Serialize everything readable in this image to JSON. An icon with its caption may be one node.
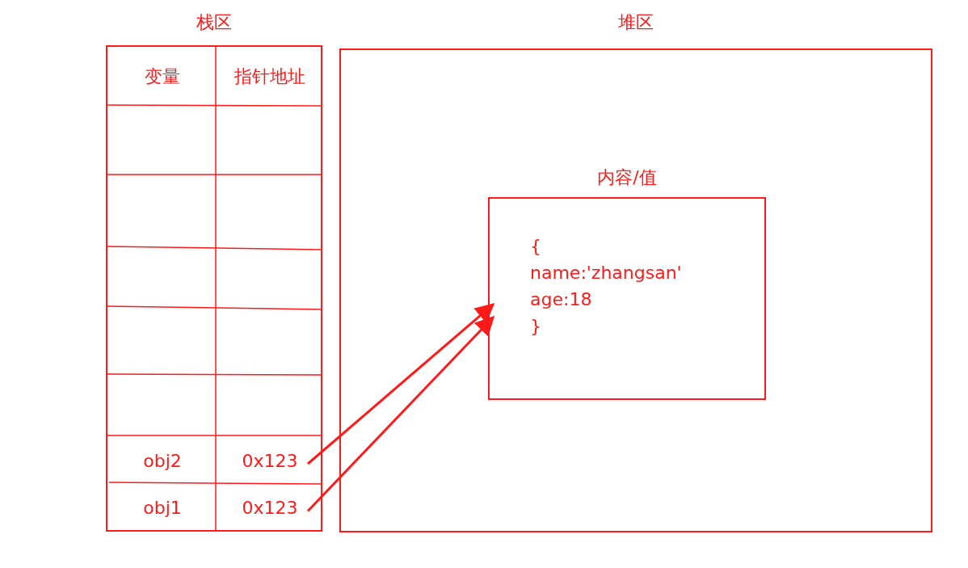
{
  "diagram": {
    "nodes": [
      {
        "text": [
          "栈区"
        ]
      },
      {
        "text": [
          "变量"
        ],
        "in": 0
      },
      {
        "text": [
          "指针地址"
        ],
        "in": 0
      },
      {
        "text": [
          "obj2"
        ],
        "in": 0
      },
      {
        "text": [
          "0x123"
        ],
        "in": 0
      },
      {
        "text": [
          "obj1"
        ],
        "in": 0
      },
      {
        "text": [
          "0x123"
        ],
        "in": 0
      },
      {
        "text": [
          "堆区"
        ]
      },
      {
        "text": [
          "内容/值",
          "{ name:'zhangsan' age:18 }"
        ],
        "in": 7
      }
    ],
    "edges": [
      {
        "from": 4,
        "to": 8,
        "arrow": "to"
      },
      {
        "from": 6,
        "to": 8,
        "arrow": "to"
      }
    ]
  }
}
